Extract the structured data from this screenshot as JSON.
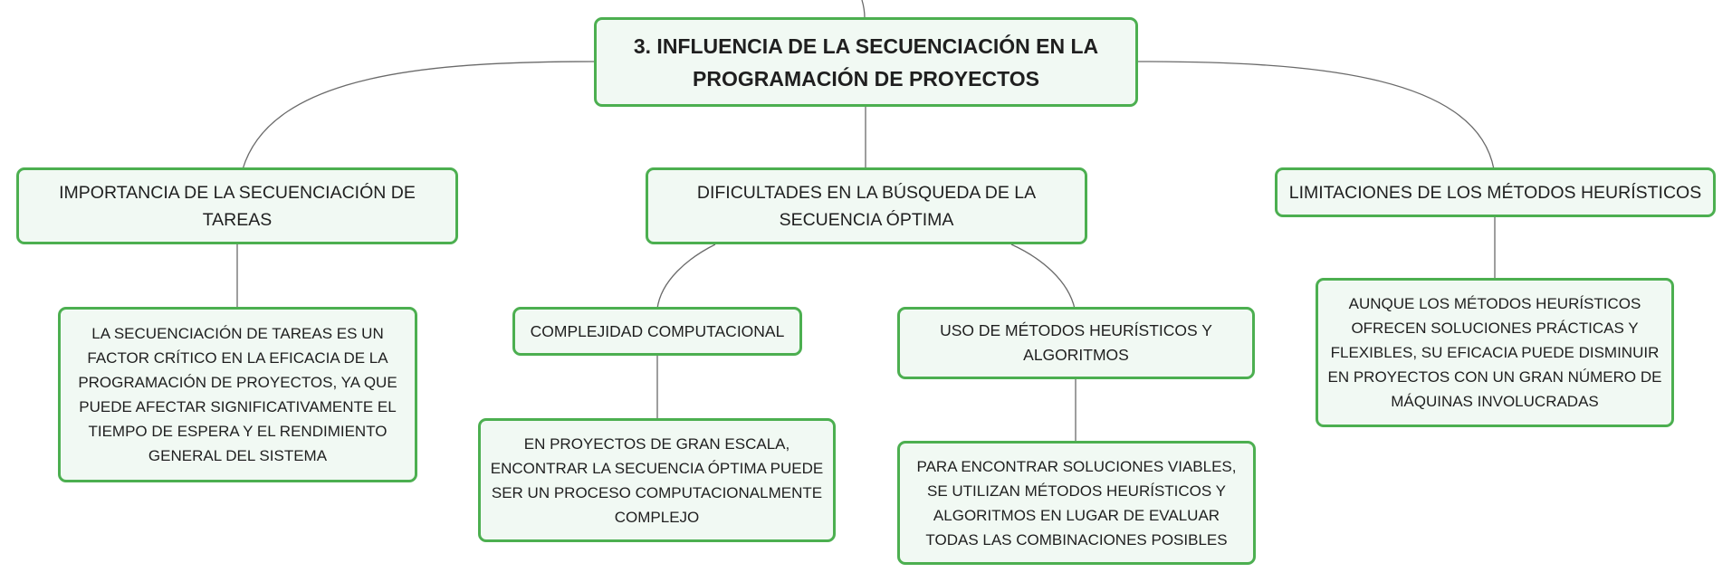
{
  "root": {
    "label": "3. INFLUENCIA DE LA SECUENCIACIÓN EN LA PROGRAMACIÓN DE PROYECTOS"
  },
  "branches": [
    {
      "label": "IMPORTANCIA DE LA SECUENCIACIÓN DE TAREAS",
      "detail": "LA SECUENCIACIÓN DE TAREAS ES UN FACTOR CRÍTICO EN LA EFICACIA DE LA PROGRAMACIÓN DE PROYECTOS, YA QUE PUEDE AFECTAR SIGNIFICATIVAMENTE EL TIEMPO DE ESPERA Y EL RENDIMIENTO GENERAL DEL SISTEMA"
    },
    {
      "label": "DIFICULTADES EN LA BÚSQUEDA DE LA SECUENCIA ÓPTIMA",
      "children": [
        {
          "label": "COMPLEJIDAD COMPUTACIONAL",
          "detail": "EN PROYECTOS DE GRAN ESCALA, ENCONTRAR LA SECUENCIA ÓPTIMA PUEDE SER UN PROCESO COMPUTACIONALMENTE COMPLEJO"
        },
        {
          "label": "USO DE MÉTODOS HEURÍSTICOS Y ALGORITMOS",
          "detail": "PARA ENCONTRAR SOLUCIONES VIABLES, SE UTILIZAN MÉTODOS HEURÍSTICOS Y ALGORITMOS EN LUGAR DE EVALUAR TODAS LAS COMBINACIONES POSIBLES"
        }
      ]
    },
    {
      "label": "LIMITACIONES DE LOS MÉTODOS HEURÍSTICOS",
      "detail": "AUNQUE LOS MÉTODOS HEURÍSTICOS OFRECEN SOLUCIONES PRÁCTICAS Y FLEXIBLES, SU EFICACIA PUEDE DISMINUIR EN PROYECTOS CON UN GRAN NÚMERO DE MÁQUINAS INVOLUCRADAS"
    }
  ],
  "colors": {
    "node_border": "#4caf50",
    "node_fill": "#f1f9f3",
    "connector": "#6a6a6a"
  }
}
